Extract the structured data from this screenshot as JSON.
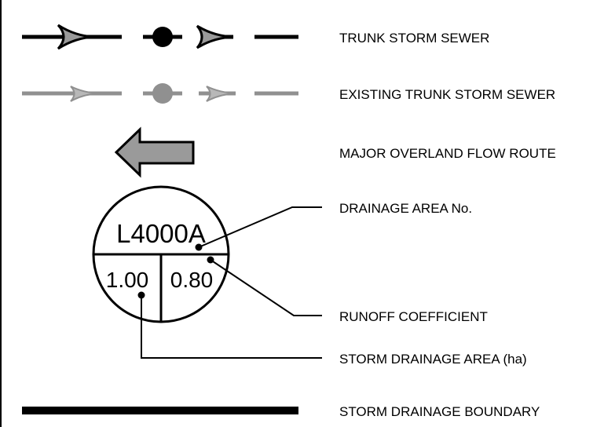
{
  "legend": {
    "items": [
      {
        "label": "TRUNK STORM SEWER"
      },
      {
        "label": "EXISTING TRUNK STORM SEWER"
      },
      {
        "label": "MAJOR OVERLAND FLOW ROUTE"
      },
      {
        "label": "DRAINAGE AREA No."
      },
      {
        "label": "RUNOFF COEFFICIENT"
      },
      {
        "label": "STORM DRAINAGE AREA (ha)"
      },
      {
        "label": "STORM DRAINAGE BOUNDARY"
      }
    ]
  },
  "area_symbol": {
    "area_no": "L4000A",
    "area_ha": "1.00",
    "runoff_coefficient": "0.80"
  },
  "colors": {
    "trunk": "#000000",
    "existing": "#909090",
    "arrow_fill": "#9a9a9a",
    "background": "#ffffff"
  },
  "icons": {
    "trunk": "trunk-storm-sewer-line-icon",
    "existing": "existing-trunk-storm-sewer-line-icon",
    "overland": "overland-flow-arrow-icon",
    "boundary": "storm-drainage-boundary-line-icon"
  }
}
